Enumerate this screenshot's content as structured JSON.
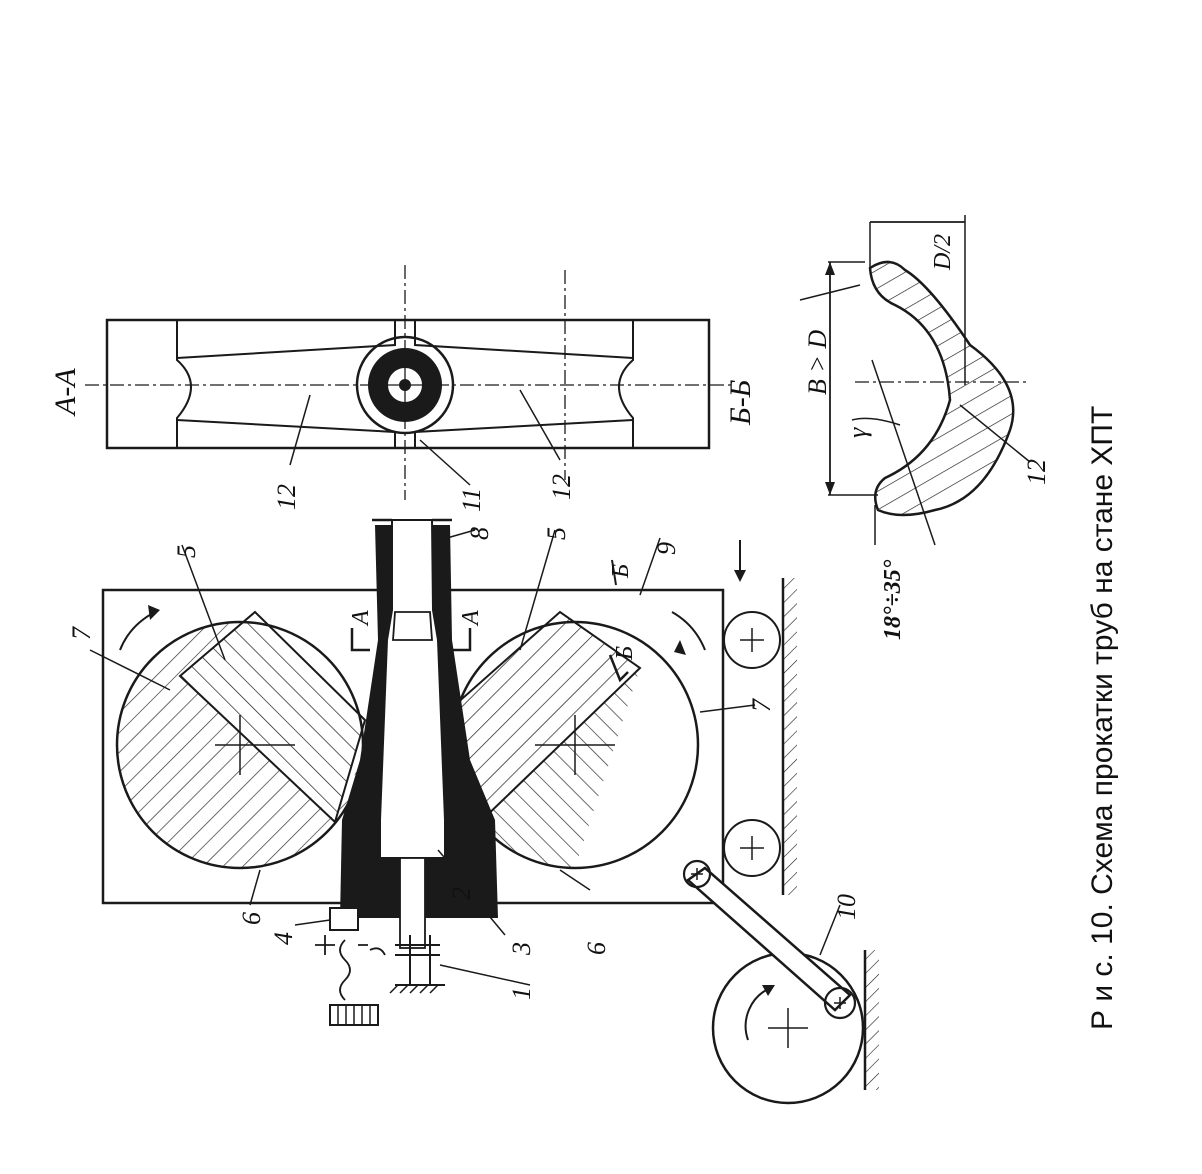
{
  "caption": "Р и с. 10. Схема прокатки труб на стане ХПТ",
  "sections": {
    "aa": "А-А",
    "bb": "Б-Б"
  },
  "cut_marks": {
    "a_left": "А",
    "a_right": "А",
    "b_top": "Б",
    "b_mark": "Б"
  },
  "formulas": {
    "b_gt_d": "B > D",
    "d_half": "D/2",
    "angle": "18°÷35°",
    "gamma": "γ"
  },
  "parts": {
    "p1": "1",
    "p2": "2",
    "p3": "3",
    "p4": "4",
    "p5a": "5",
    "p5b": "5",
    "p6a": "6",
    "p6b": "6",
    "p7a": "7",
    "p7b": "7",
    "p8": "8",
    "p9": "9",
    "p10": "10",
    "p11": "11",
    "p12a": "12",
    "p12b": "12",
    "p12c": "12"
  },
  "colors": {
    "ink": "#1a1a1a",
    "paper": "#ffffff"
  }
}
